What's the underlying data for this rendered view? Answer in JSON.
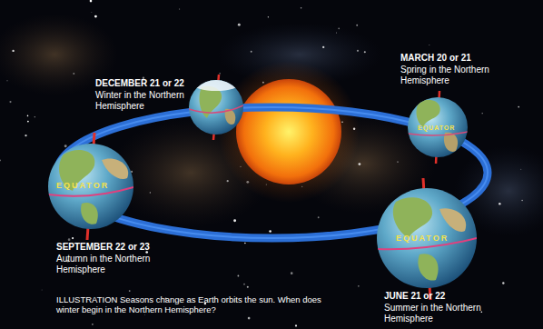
{
  "diagram": {
    "caption": "ILLUSTRATION Seasons change as Earth orbits the sun. When does winter begin in the Northern Hemisphere?",
    "labels": [
      "DECEMBER 21 or 22",
      "Winter in the Northern Hemisphere",
      "MARCH 20 or 21",
      "Spring in the Northern Hemisphere",
      "EQUATOR",
      "EQUATOR",
      "SEPTEMBER 22 or 23",
      "Autumn in the Northern Hemisphere",
      "EQUATOR",
      "JUNE 21 or 22",
      "Summer in the Northern Hemisphere"
    ]
  }
}
